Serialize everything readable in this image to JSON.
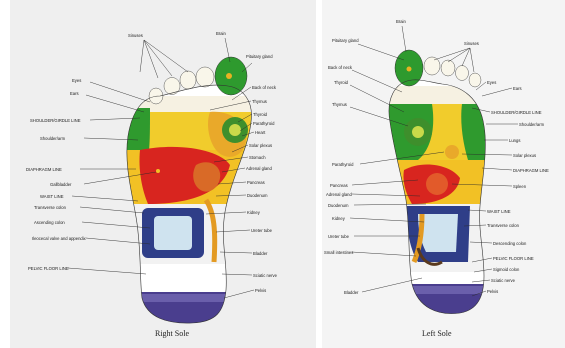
{
  "right_sole": {
    "caption": "Right Sole",
    "labels": {
      "sinuses": "Sinuses",
      "brain": "Brain",
      "pituitary": "Pituitary gland",
      "eyes": "Eyes",
      "ears": "Ears",
      "back_of_neck": "Back of neck",
      "thymus": "Thymus",
      "shoulder_line": "SHOULDER/GIRDLE LINE",
      "thyroid": "Thyroid",
      "parathyroid": "Parathyroid",
      "heart": "Heart",
      "shoulder_arm": "Shoulder/arm",
      "solar_plexus": "Solar plexus",
      "stomach": "Stomach",
      "diaphragm": "DIAPHRAGM LINE",
      "adrenal": "Adrenal gland",
      "gallbladder": "Gallbladder",
      "pancreas": "Pancreas",
      "waist": "WAIST LINE",
      "duodenum": "Duodenum",
      "transverse": "Transverse colon",
      "kidney": "Kidney",
      "ascending": "Ascending colon",
      "ureter": "Ureter tube",
      "ileocecal": "Ileocecal valve and appendix",
      "bladder": "Bladder",
      "pelvic": "PELVIC FLOOR LINE",
      "sciatic": "Sciatic nerve",
      "pelvis": "Pelvis"
    }
  },
  "left_sole": {
    "caption": "Left Sole",
    "labels": {
      "brain": "Brain",
      "pituitary": "Pituitary gland",
      "sinuses": "Sinuses",
      "back_of_neck": "Back of neck",
      "thyroid": "Thyroid",
      "eyes": "Eyes",
      "ears": "Ears",
      "thymus": "Thymus",
      "shoulder_line": "SHOULDER/GIRDLE LINE",
      "shoulder_arm": "Shoulder/arm",
      "lungs": "Lungs",
      "parathyroid": "Parathyroid",
      "solar_plexus": "Solar plexus",
      "diaphragm": "DIAPHRAGM LINE",
      "pancreas": "Pancreas",
      "spleen": "Spleen",
      "adrenal": "Adrenal gland",
      "duodenum": "Duodenum",
      "waist": "WAIST LINE",
      "kidney": "Kidney",
      "transverse": "Transverse colon",
      "ureter": "Ureter tube",
      "descending": "Descending colon",
      "small_intestines": "Small intestines",
      "pelvic": "PELVIC FLOOR LINE",
      "sigmoid": "Sigmoid colon",
      "sciatic": "Sciatic nerve",
      "bladder": "Bladder",
      "pelvis": "Pelvis"
    }
  }
}
